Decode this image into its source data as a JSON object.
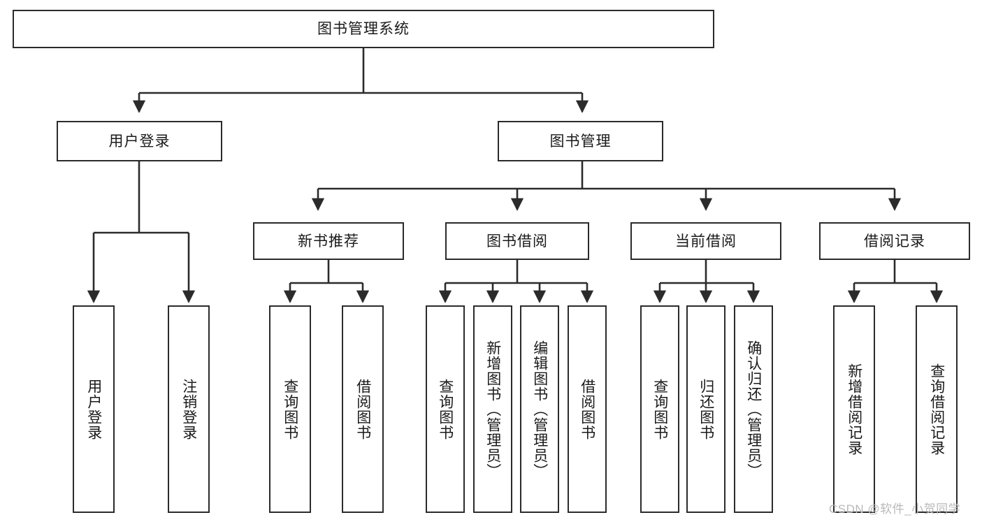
{
  "diagram": {
    "title": "图书管理系统",
    "type": "hierarchy-tree",
    "root": {
      "id": "root",
      "label": "图书管理系统",
      "orientation": "horizontal"
    },
    "level2": [
      {
        "id": "user-login",
        "label": "用户登录",
        "orientation": "horizontal"
      },
      {
        "id": "book-management",
        "label": "图书管理",
        "orientation": "horizontal"
      }
    ],
    "level3": [
      {
        "id": "new-book-recommend",
        "label": "新书推荐",
        "orientation": "horizontal",
        "parent": "book-management"
      },
      {
        "id": "book-borrow",
        "label": "图书借阅",
        "orientation": "horizontal",
        "parent": "book-management"
      },
      {
        "id": "current-borrow",
        "label": "当前借阅",
        "orientation": "horizontal",
        "parent": "book-management"
      },
      {
        "id": "borrow-record",
        "label": "借阅记录",
        "orientation": "horizontal",
        "parent": "book-management"
      }
    ],
    "leaves": [
      {
        "id": "leaf-user-login",
        "label": "用户登录",
        "parent": "user-login"
      },
      {
        "id": "leaf-logout",
        "label": "注销登录",
        "parent": "user-login"
      },
      {
        "id": "leaf-query-book-1",
        "label": "查询图书",
        "parent": "new-book-recommend"
      },
      {
        "id": "leaf-borrow-book-1",
        "label": "借阅图书",
        "parent": "new-book-recommend"
      },
      {
        "id": "leaf-query-book-2",
        "label": "查询图书",
        "parent": "book-borrow"
      },
      {
        "id": "leaf-add-book",
        "label": "新增图书（管理员）",
        "parent": "book-borrow"
      },
      {
        "id": "leaf-edit-book",
        "label": "编辑图书（管理员）",
        "parent": "book-borrow"
      },
      {
        "id": "leaf-borrow-book-2",
        "label": "借阅图书",
        "parent": "book-borrow"
      },
      {
        "id": "leaf-query-book-3",
        "label": "查询图书",
        "parent": "current-borrow"
      },
      {
        "id": "leaf-return-book",
        "label": "归还图书",
        "parent": "current-borrow"
      },
      {
        "id": "leaf-confirm-return",
        "label": "确认归还（管理员）",
        "parent": "current-borrow"
      },
      {
        "id": "leaf-add-record",
        "label": "新增借阅记录",
        "parent": "borrow-record"
      },
      {
        "id": "leaf-query-record",
        "label": "查询借阅记录",
        "parent": "borrow-record"
      }
    ],
    "watermark": "CSDN @软件_小贺同学",
    "colors": {
      "stroke": "#2b2b2b",
      "fill": "#ffffff",
      "text": "#1a1a1a",
      "watermark": "#b9b9b9"
    }
  }
}
